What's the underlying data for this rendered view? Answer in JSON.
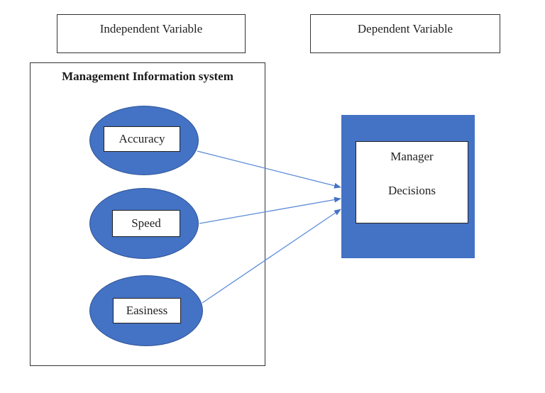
{
  "headers": {
    "independent": "Independent Variable",
    "dependent": "Dependent Variable"
  },
  "group": {
    "title": "Management Information system"
  },
  "variables": [
    {
      "label": "Accuracy"
    },
    {
      "label": "Speed"
    },
    {
      "label": "Easiness"
    }
  ],
  "target": {
    "line1": "Manager",
    "line2": "Decisions"
  },
  "colors": {
    "shape_fill": "#4472c4",
    "arrow": "#5b8bd9",
    "border": "#333333"
  }
}
